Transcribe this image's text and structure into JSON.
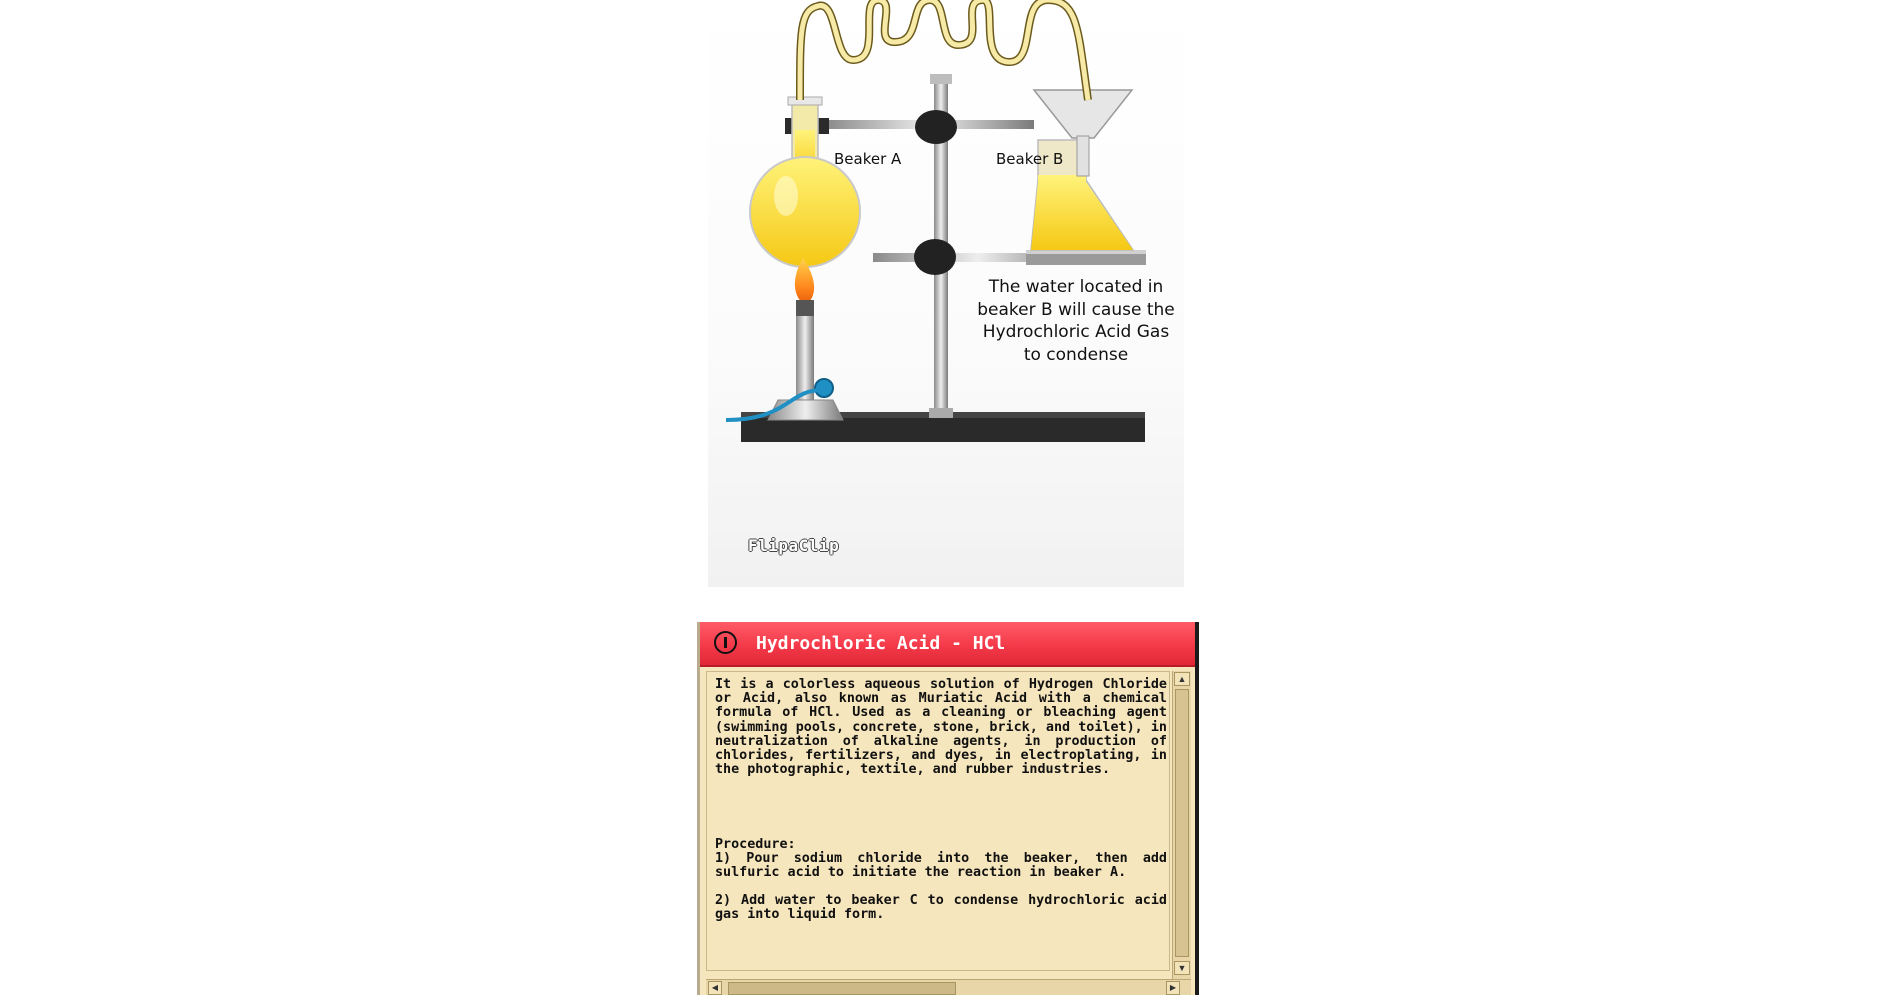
{
  "illustration": {
    "beaker_a_label": "Beaker A",
    "beaker_b_label": "Beaker B",
    "caption_lines": [
      "The water located in",
      "beaker B will cause the",
      "Hydrochloric Acid Gas",
      "to condense"
    ],
    "watermark": "FlipaClip",
    "liquid_color": "#f9dd3a",
    "flame_color": "#ff8a1e",
    "hose_color": "#1f8fc4"
  },
  "info_window": {
    "title": "Hydrochloric Acid - HCl",
    "titlebar_color": "#f43a4a",
    "background_color": "#f6e6bd",
    "icon": "info-icon",
    "description": "It is a colorless aqueous solution of Hydrogen Chloride or Acid, also known as Muriatic Acid with a chemical formula of HCl. Used as a cleaning or bleaching agent (swimming pools, concrete, stone, brick, and toilet), in neutralization of alkaline agents, in production of chlorides, fertilizers, and dyes, in electroplating, in the photographic, textile, and rubber industries.",
    "procedure_heading": "Procedure:",
    "procedure_steps": [
      "1) Pour sodium chloride into the beaker, then add sulfuric acid to initiate the reaction in beaker A.",
      "2) Add water to beaker C to condense hydrochloric acid gas into liquid form."
    ]
  }
}
